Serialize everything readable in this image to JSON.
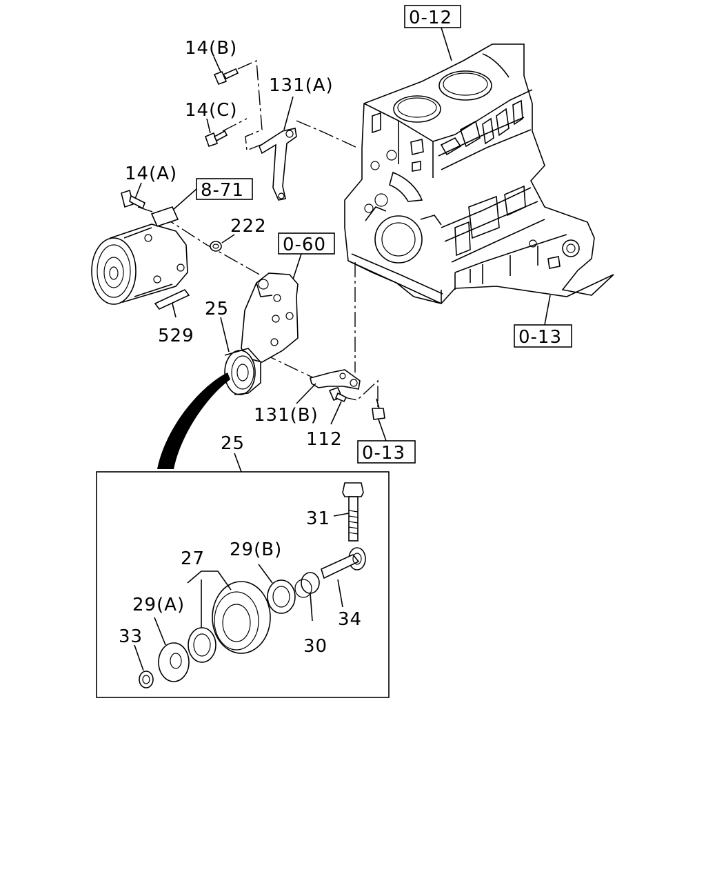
{
  "refs": {
    "r012": "0-12",
    "r871": "8-71",
    "r060": "0-60",
    "r013a": "0-13",
    "r013b": "0-13"
  },
  "labels": {
    "p14b": "14(B)",
    "p14c": "14(C)",
    "p14a": "14(A)",
    "p131a": "131(A)",
    "p222": "222",
    "p25top": "25",
    "p529": "529",
    "p131b": "131(B)",
    "p112": "112",
    "p25box": "25",
    "p31": "31",
    "p27": "27",
    "p29b": "29(B)",
    "p29a": "29(A)",
    "p33": "33",
    "p30": "30",
    "p34": "34"
  }
}
